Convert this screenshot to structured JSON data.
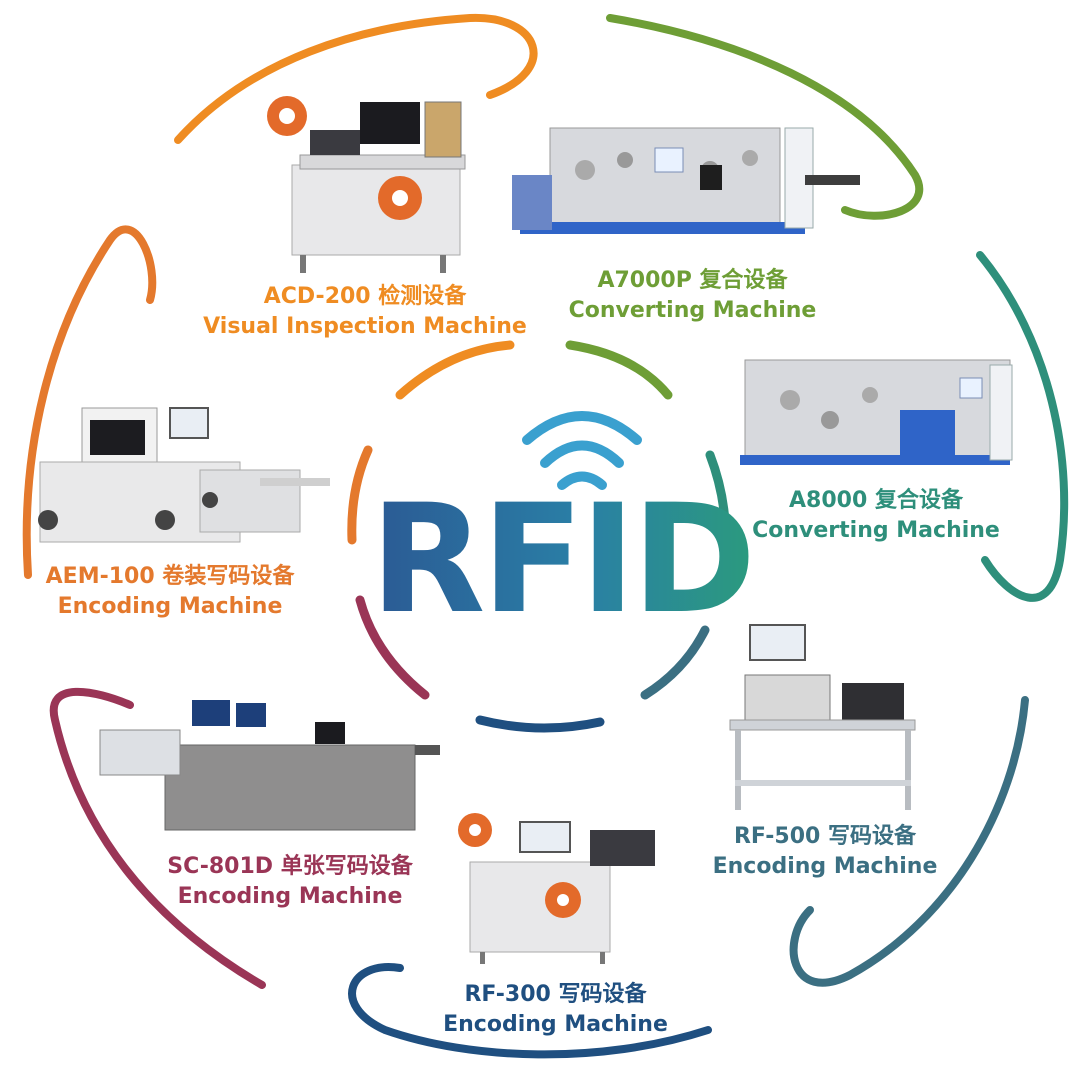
{
  "center": {
    "title": "RFID",
    "wifi_icon": "wifi-signal-icon",
    "colors": {
      "blue": "#2b5a94",
      "teal": "#2a8fa0",
      "green": "#2b9a7e",
      "wifi": "#3aa0cf"
    }
  },
  "machines": [
    {
      "id": "acd-200",
      "model": "ACD-200 检测设备",
      "desc": "Visual Inspection  Machine",
      "color": "#ef8c22"
    },
    {
      "id": "a7000p",
      "model": "A7000P 复合设备",
      "desc": "Converting Machine",
      "color": "#6e9e36"
    },
    {
      "id": "a8000",
      "model": "A8000 复合设备",
      "desc": "Converting Machine",
      "color": "#2e8f7b"
    },
    {
      "id": "rf-500",
      "model": "RF-500 写码设备",
      "desc": "Encoding Machine",
      "color": "#3b6f82"
    },
    {
      "id": "rf-300",
      "model": "RF-300 写码设备",
      "desc": "Encoding Machine",
      "color": "#1f4f80"
    },
    {
      "id": "sc-801d",
      "model": "SC-801D 单张写码设备",
      "desc": "Encoding Machine",
      "color": "#9a3556"
    },
    {
      "id": "aem-100",
      "model": "AEM-100 卷装写码设备",
      "desc": "Encoding Machine",
      "color": "#e4792d"
    }
  ],
  "arrow_colors": [
    "#ef8c22",
    "#6e9e36",
    "#2e8f7b",
    "#3b6f82",
    "#1f4f80",
    "#9a3556",
    "#e4792d"
  ]
}
